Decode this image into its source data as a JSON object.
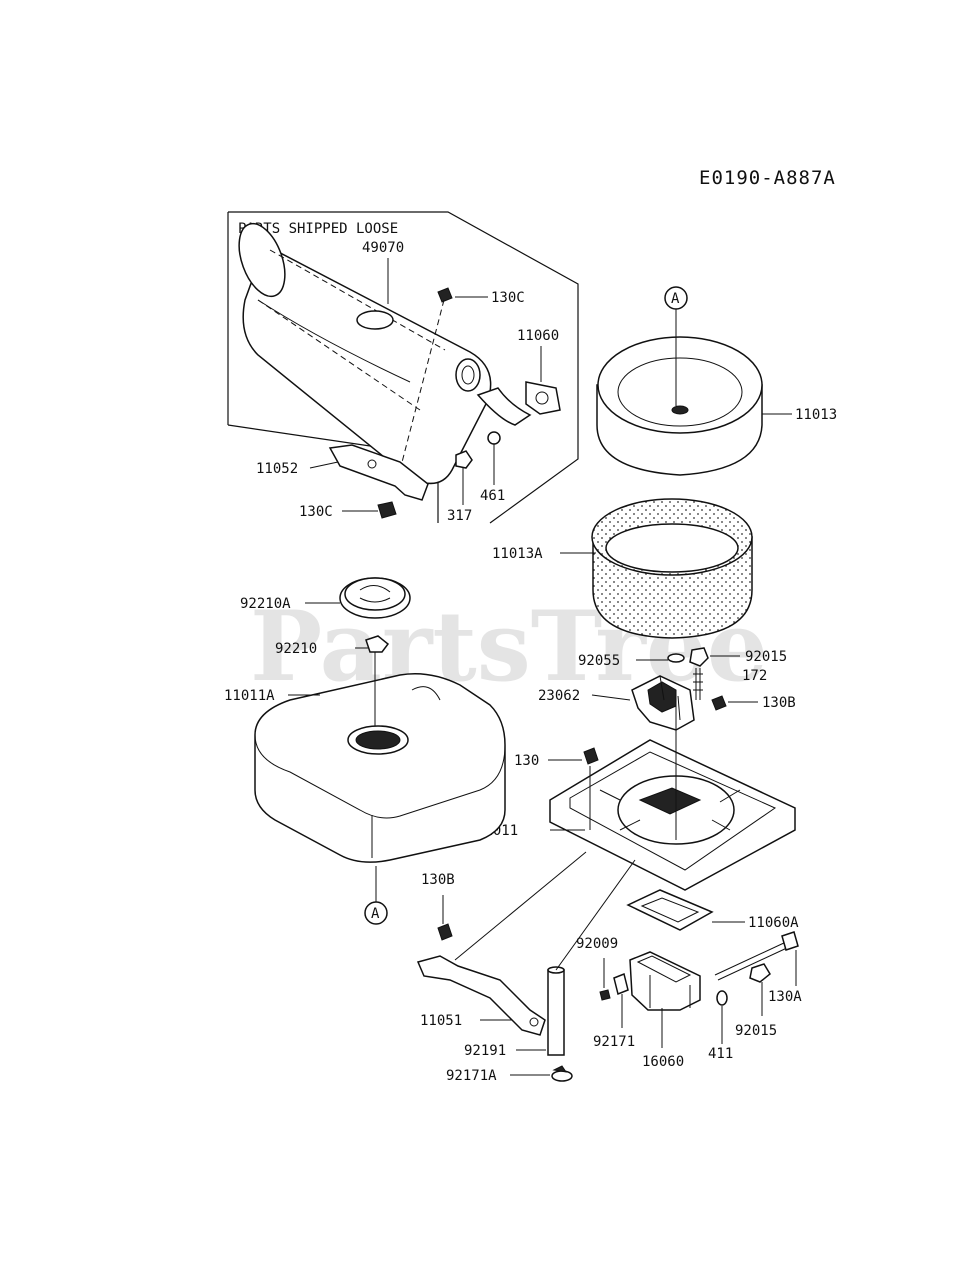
{
  "diagram_code": "E0190-A887A",
  "box_title": "PARTS SHIPPED LOOSE",
  "watermark": "PartsTree",
  "ref_marker": "A",
  "parts": {
    "p49070": "49070",
    "p130C_top": "130C",
    "p11060": "11060",
    "p11052": "11052",
    "p130C_bottom": "130C",
    "p317": "317",
    "p461": "461",
    "p11013": "11013",
    "p11013A": "11013A",
    "p92210A": "92210A",
    "p92210": "92210",
    "p11011A": "11011A",
    "p92055": "92055",
    "p92015_top": "92015",
    "p172": "172",
    "p23062": "23062",
    "p130B_right": "130B",
    "p130": "130",
    "p11011": "11011",
    "p130B_left": "130B",
    "p11060A": "11060A",
    "p92009": "92009",
    "p130A": "130A",
    "p92015_bottom": "92015",
    "p11051": "11051",
    "p92171": "92171",
    "p411": "411",
    "p16060": "16060",
    "p92191": "92191",
    "p92171A": "92171A"
  }
}
